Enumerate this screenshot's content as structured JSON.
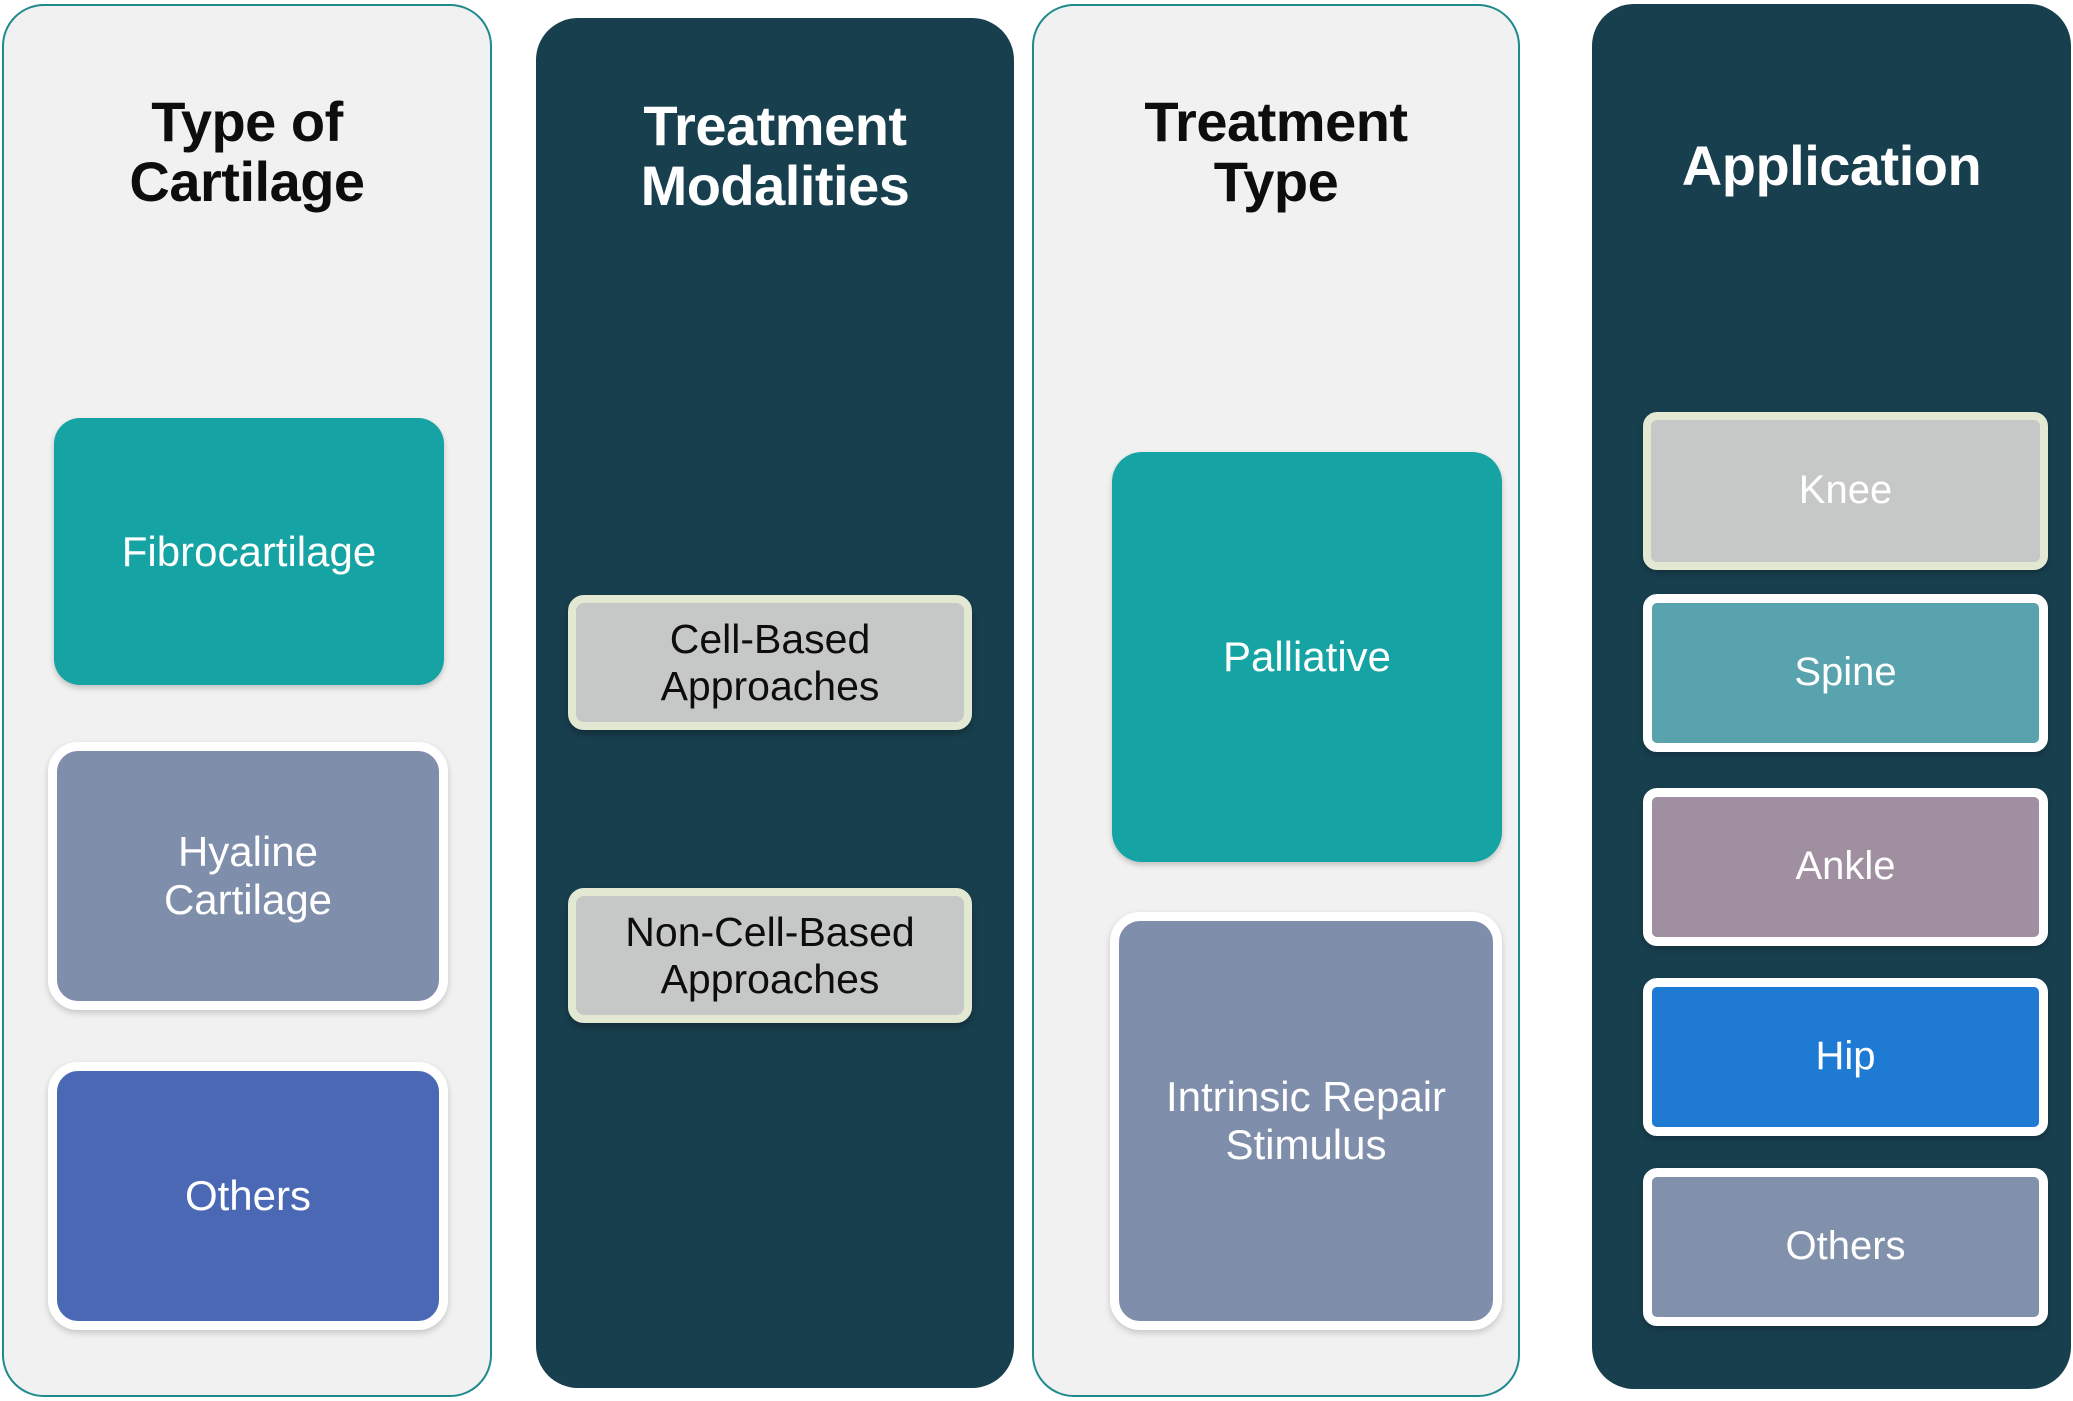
{
  "diagram": {
    "background": "#ffffff",
    "columns": [
      {
        "id": "type-of-cartilage",
        "title": "Type of\nCartilage",
        "panel_style": "light",
        "panel_background": "#f1f1f1",
        "panel_border": "#1f8a8c",
        "title_color": "#0d0d0d",
        "nodes": [
          {
            "label": "Fibrocartilage",
            "fill": "#16a3a3",
            "border": "none",
            "text_color": "#ffffff"
          },
          {
            "label": "Hyaline\nCartilage",
            "fill": "#7f8eab",
            "border": "#ffffff",
            "text_color": "#ffffff"
          },
          {
            "label": "Others",
            "fill": "#4a68b4",
            "border": "#ffffff",
            "text_color": "#ffffff"
          }
        ]
      },
      {
        "id": "treatment-modalities",
        "title": "Treatment\nModalities",
        "panel_style": "dark",
        "panel_background": "#183f4e",
        "panel_border": "none",
        "title_color": "#ffffff",
        "nodes": [
          {
            "label": "Cell-Based\nApproaches",
            "fill": "#c6c7c7",
            "border": "#e3e8d3",
            "text_color": "#0d0d0d"
          },
          {
            "label": "Non-Cell-Based\nApproaches",
            "fill": "#c6c7c7",
            "border": "#e3e8d3",
            "text_color": "#0d0d0d"
          }
        ]
      },
      {
        "id": "treatment-type",
        "title": "Treatment\nType",
        "panel_style": "light",
        "panel_background": "#f1f1f1",
        "panel_border": "#1f8a8c",
        "title_color": "#0d0d0d",
        "nodes": [
          {
            "label": "Palliative",
            "fill": "#16a3a3",
            "border": "none",
            "text_color": "#ffffff"
          },
          {
            "label": "Intrinsic Repair\nStimulus",
            "fill": "#7f8eab",
            "border": "#ffffff",
            "text_color": "#ffffff"
          }
        ]
      },
      {
        "id": "application",
        "title": "Application",
        "panel_style": "dark",
        "panel_background": "#183f4e",
        "panel_border": "none",
        "title_color": "#ffffff",
        "nodes": [
          {
            "label": "Knee",
            "fill": "#c6c7c7",
            "border": "#e3e8d3",
            "text_color": "#ffffff"
          },
          {
            "label": "Spine",
            "fill": "#58a3ad",
            "border": "#ffffff",
            "text_color": "#ffffff"
          },
          {
            "label": "Ankle",
            "fill": "#a08fa0",
            "border": "#ffffff",
            "text_color": "#ffffff"
          },
          {
            "label": "Hip",
            "fill": "#1f7ad4",
            "border": "#ffffff",
            "text_color": "#ffffff"
          },
          {
            "label": "Others",
            "fill": "#8191ab",
            "border": "#ffffff",
            "text_color": "#ffffff"
          }
        ]
      }
    ]
  }
}
